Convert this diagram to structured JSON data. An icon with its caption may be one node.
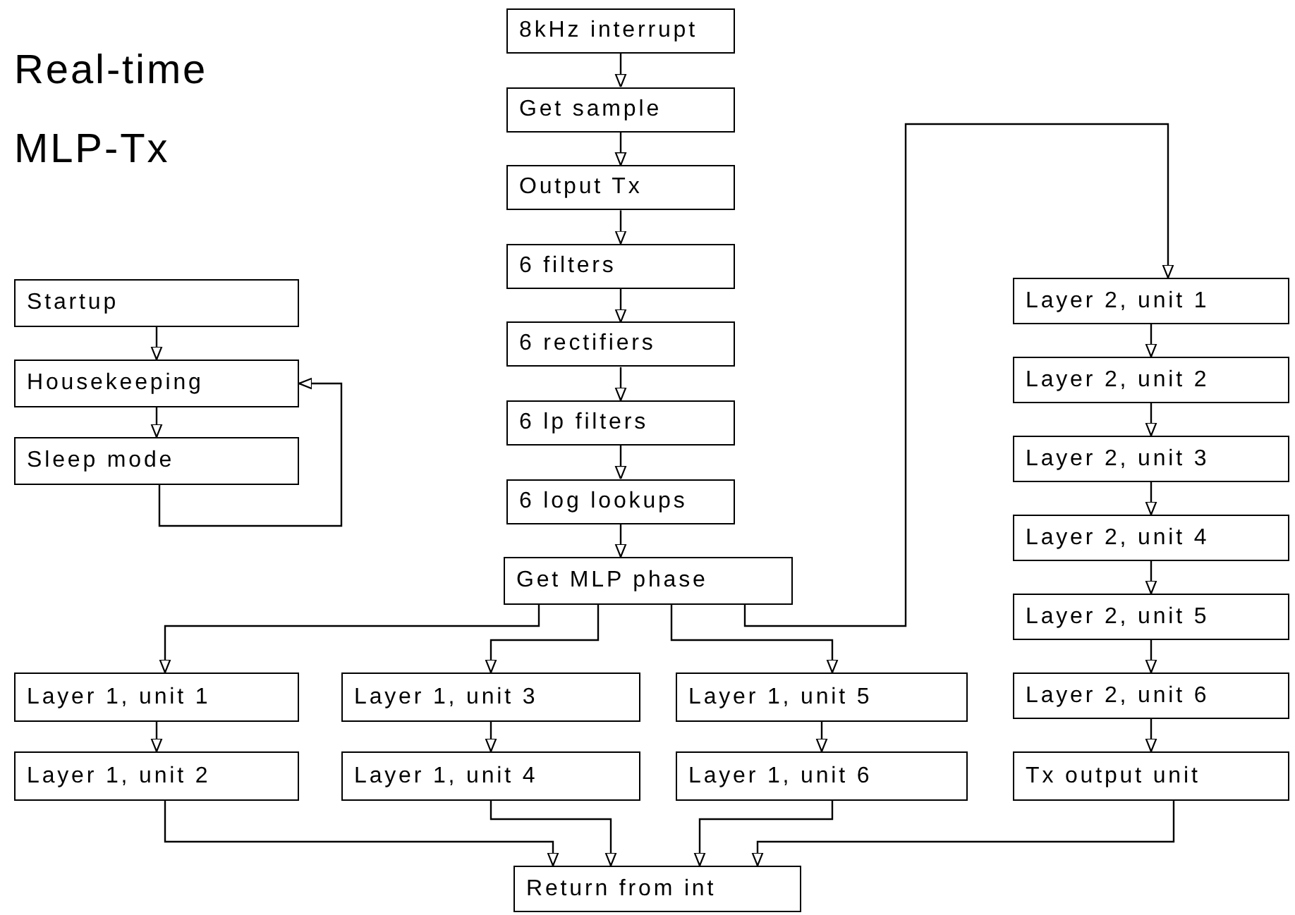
{
  "diagram": {
    "title": "Real-time MLP-Tx",
    "nodes": [
      {
        "text": [
          "8kHz interrupt"
        ]
      },
      {
        "text": [
          "Get sample"
        ]
      },
      {
        "text": [
          "Output Tx"
        ]
      },
      {
        "text": [
          "6 filters"
        ]
      },
      {
        "text": [
          "6 rectifiers"
        ]
      },
      {
        "text": [
          "6 lp filters"
        ]
      },
      {
        "text": [
          "6 log lookups"
        ]
      },
      {
        "text": [
          "Get MLP phase"
        ]
      },
      {
        "text": [
          "Startup"
        ]
      },
      {
        "text": [
          "Housekeeping"
        ]
      },
      {
        "text": [
          "Sleep mode"
        ]
      },
      {
        "text": [
          "Layer 1, unit 1"
        ]
      },
      {
        "text": [
          "Layer 1, unit 2"
        ]
      },
      {
        "text": [
          "Layer 1, unit 3"
        ]
      },
      {
        "text": [
          "Layer 1, unit 4"
        ]
      },
      {
        "text": [
          "Layer 1, unit 5"
        ]
      },
      {
        "text": [
          "Layer 1, unit 6"
        ]
      },
      {
        "text": [
          "Layer 2, unit 1"
        ]
      },
      {
        "text": [
          "Layer 2, unit 2"
        ]
      },
      {
        "text": [
          "Layer 2, unit 3"
        ]
      },
      {
        "text": [
          "Layer 2, unit 4"
        ]
      },
      {
        "text": [
          "Layer 2, unit 5"
        ]
      },
      {
        "text": [
          "Layer 2, unit 6"
        ]
      },
      {
        "text": [
          "Tx output unit"
        ]
      },
      {
        "text": [
          "Return from int"
        ]
      }
    ],
    "edges": [
      {
        "from": 0,
        "to": 1,
        "arrow": "to"
      },
      {
        "from": 1,
        "to": 2,
        "arrow": "to"
      },
      {
        "from": 2,
        "to": 3,
        "arrow": "to"
      },
      {
        "from": 3,
        "to": 4,
        "arrow": "to"
      },
      {
        "from": 4,
        "to": 5,
        "arrow": "to"
      },
      {
        "from": 5,
        "to": 6,
        "arrow": "to"
      },
      {
        "from": 6,
        "to": 7,
        "arrow": "to"
      },
      {
        "from": 8,
        "to": 9,
        "arrow": "to"
      },
      {
        "from": 9,
        "to": 10,
        "arrow": "to"
      },
      {
        "from": 10,
        "to": 9,
        "arrow": "to"
      },
      {
        "from": 7,
        "to": 11,
        "arrow": "to"
      },
      {
        "from": 7,
        "to": 13,
        "arrow": "to"
      },
      {
        "from": 7,
        "to": 15,
        "arrow": "to"
      },
      {
        "from": 7,
        "to": 17,
        "arrow": "to"
      },
      {
        "from": 11,
        "to": 12,
        "arrow": "to"
      },
      {
        "from": 13,
        "to": 14,
        "arrow": "to"
      },
      {
        "from": 15,
        "to": 16,
        "arrow": "to"
      },
      {
        "from": 17,
        "to": 18,
        "arrow": "to"
      },
      {
        "from": 18,
        "to": 19,
        "arrow": "to"
      },
      {
        "from": 19,
        "to": 20,
        "arrow": "to"
      },
      {
        "from": 20,
        "to": 21,
        "arrow": "to"
      },
      {
        "from": 21,
        "to": 22,
        "arrow": "to"
      },
      {
        "from": 22,
        "to": 23,
        "arrow": "to"
      },
      {
        "from": 12,
        "to": 24,
        "arrow": "to"
      },
      {
        "from": 14,
        "to": 24,
        "arrow": "to"
      },
      {
        "from": 16,
        "to": 24,
        "arrow": "to"
      },
      {
        "from": 23,
        "to": 24,
        "arrow": "to"
      }
    ]
  }
}
